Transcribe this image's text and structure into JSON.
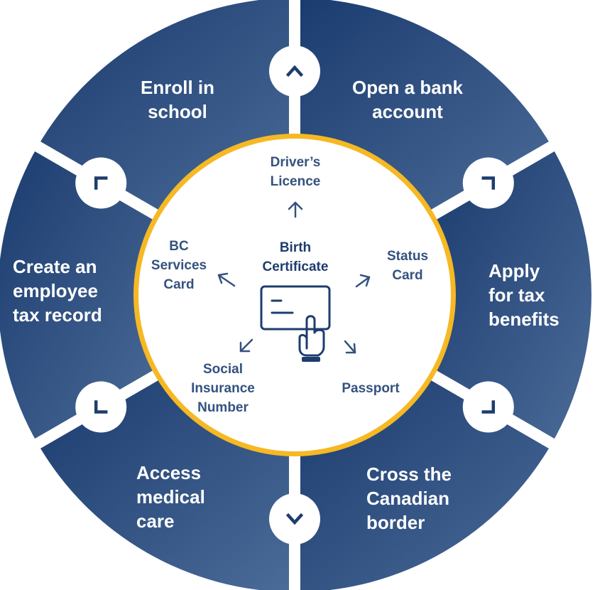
{
  "colors": {
    "segment_dark": "#1a3b6e",
    "segment_light": "#4b6b98",
    "ring": "#f6b823",
    "divider": "#ffffff",
    "inner_fill": "#ffffff",
    "icon": "#1e3d6e",
    "doc_text": "#34527f"
  },
  "segments": [
    {
      "label": "Enroll in\nschool"
    },
    {
      "label": "Open a bank\naccount"
    },
    {
      "label": "Apply\nfor tax\nbenefits"
    },
    {
      "label": "Cross the\nCanadian\nborder"
    },
    {
      "label": "Access\nmedical\ncare"
    },
    {
      "label": "Create an\nemployee\ntax record"
    }
  ],
  "connectors": [
    {
      "icon": "chevron-up-icon"
    },
    {
      "icon": "corner-arrow-icon"
    },
    {
      "icon": "corner-arrow-icon"
    },
    {
      "icon": "chevron-down-icon"
    },
    {
      "icon": "corner-arrow-icon"
    },
    {
      "icon": "corner-arrow-icon"
    }
  ],
  "center": {
    "label": "Birth\nCertificate",
    "icon": "id-card-tap-icon"
  },
  "documents": [
    {
      "label": "Driver’s\nLicence"
    },
    {
      "label": "Status\nCard"
    },
    {
      "label": "Passport"
    },
    {
      "label": "Social\nInsurance\nNumber"
    },
    {
      "label": "BC\nServices\nCard"
    }
  ]
}
